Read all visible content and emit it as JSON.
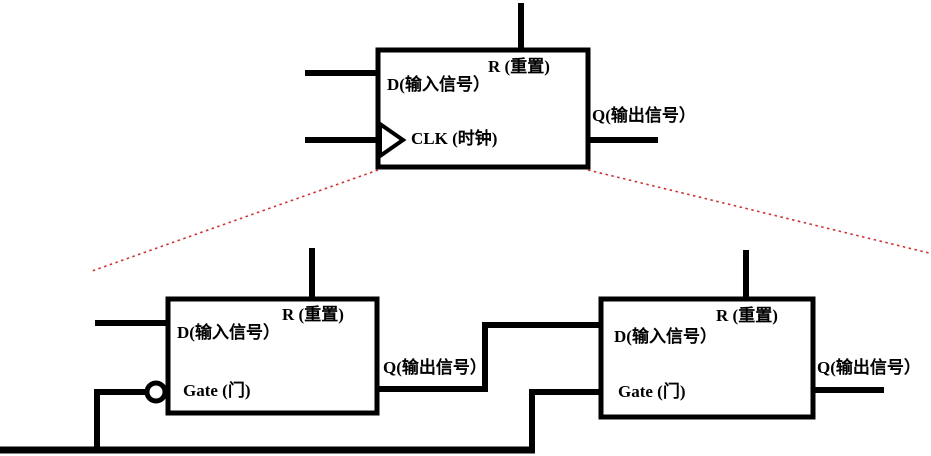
{
  "diagram_type": "d-flipflop-decomposition",
  "colors": {
    "line": "#000000",
    "expansion_dotted": "#cc3333",
    "background": "#ffffff"
  },
  "flip_flop": {
    "d_label": "D(输入信号）",
    "clk_label": "CLK (时钟)",
    "r_label": "R (重置)",
    "q_label": "Q(输出信号）"
  },
  "latch_left": {
    "d_label": "D(输入信号）",
    "gate_label": "Gate (门)",
    "r_label": "R (重置)",
    "q_label": "Q(输出信号）"
  },
  "latch_right": {
    "d_label": "D(输入信号）",
    "gate_label": "Gate (门)",
    "r_label": "R (重置)",
    "q_label": "Q(输出信号）"
  }
}
